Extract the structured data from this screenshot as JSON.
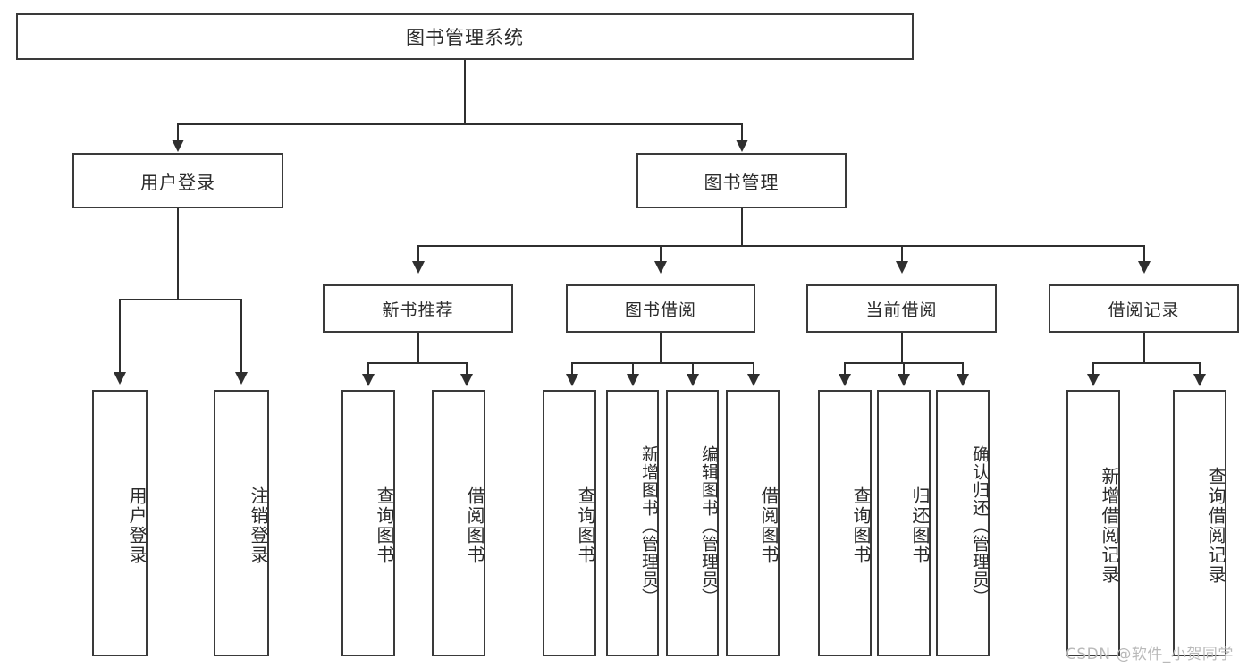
{
  "diagram": {
    "type": "tree",
    "title": "图书管理系统",
    "root": {
      "label": "图书管理系统"
    },
    "level2": [
      {
        "id": "user-login",
        "label": "用户登录"
      },
      {
        "id": "book-management",
        "label": "图书管理"
      }
    ],
    "level3": [
      {
        "id": "new-book-recommend",
        "label": "新书推荐",
        "parent": "book-management"
      },
      {
        "id": "book-borrow",
        "label": "图书借阅",
        "parent": "book-management"
      },
      {
        "id": "current-borrow",
        "label": "当前借阅",
        "parent": "book-management"
      },
      {
        "id": "borrow-record",
        "label": "借阅记录",
        "parent": "book-management"
      }
    ],
    "leaves": [
      {
        "id": "leaf-user-login",
        "label": "用户登录",
        "parent": "user-login"
      },
      {
        "id": "leaf-logout-login",
        "label": "注销登录",
        "parent": "user-login"
      },
      {
        "id": "leaf-query-book-1",
        "label": "查询图书",
        "parent": "new-book-recommend"
      },
      {
        "id": "leaf-borrow-book-1",
        "label": "借阅图书",
        "parent": "new-book-recommend"
      },
      {
        "id": "leaf-query-book-2",
        "label": "查询图书",
        "parent": "book-borrow"
      },
      {
        "id": "leaf-add-book-admin",
        "label": "新增图书（管理员）",
        "parent": "book-borrow"
      },
      {
        "id": "leaf-edit-book-admin",
        "label": "编辑图书（管理员）",
        "parent": "book-borrow"
      },
      {
        "id": "leaf-borrow-book-2",
        "label": "借阅图书",
        "parent": "book-borrow"
      },
      {
        "id": "leaf-query-book-3",
        "label": "查询图书",
        "parent": "current-borrow"
      },
      {
        "id": "leaf-return-book",
        "label": "归还图书",
        "parent": "current-borrow"
      },
      {
        "id": "leaf-confirm-return-admin",
        "label": "确认归还（管理员）",
        "parent": "current-borrow"
      },
      {
        "id": "leaf-add-borrow-record",
        "label": "新增借阅记录",
        "parent": "borrow-record"
      },
      {
        "id": "leaf-query-borrow-record",
        "label": "查询借阅记录",
        "parent": "borrow-record"
      }
    ]
  },
  "watermark": {
    "text": "CSDN @软件_小贺同学"
  },
  "colors": {
    "box_border": "#3a3a3a",
    "connector": "#2f2f2f",
    "text": "#2b2b2b",
    "background": "#ffffff",
    "watermark": "#b9b9b9"
  }
}
